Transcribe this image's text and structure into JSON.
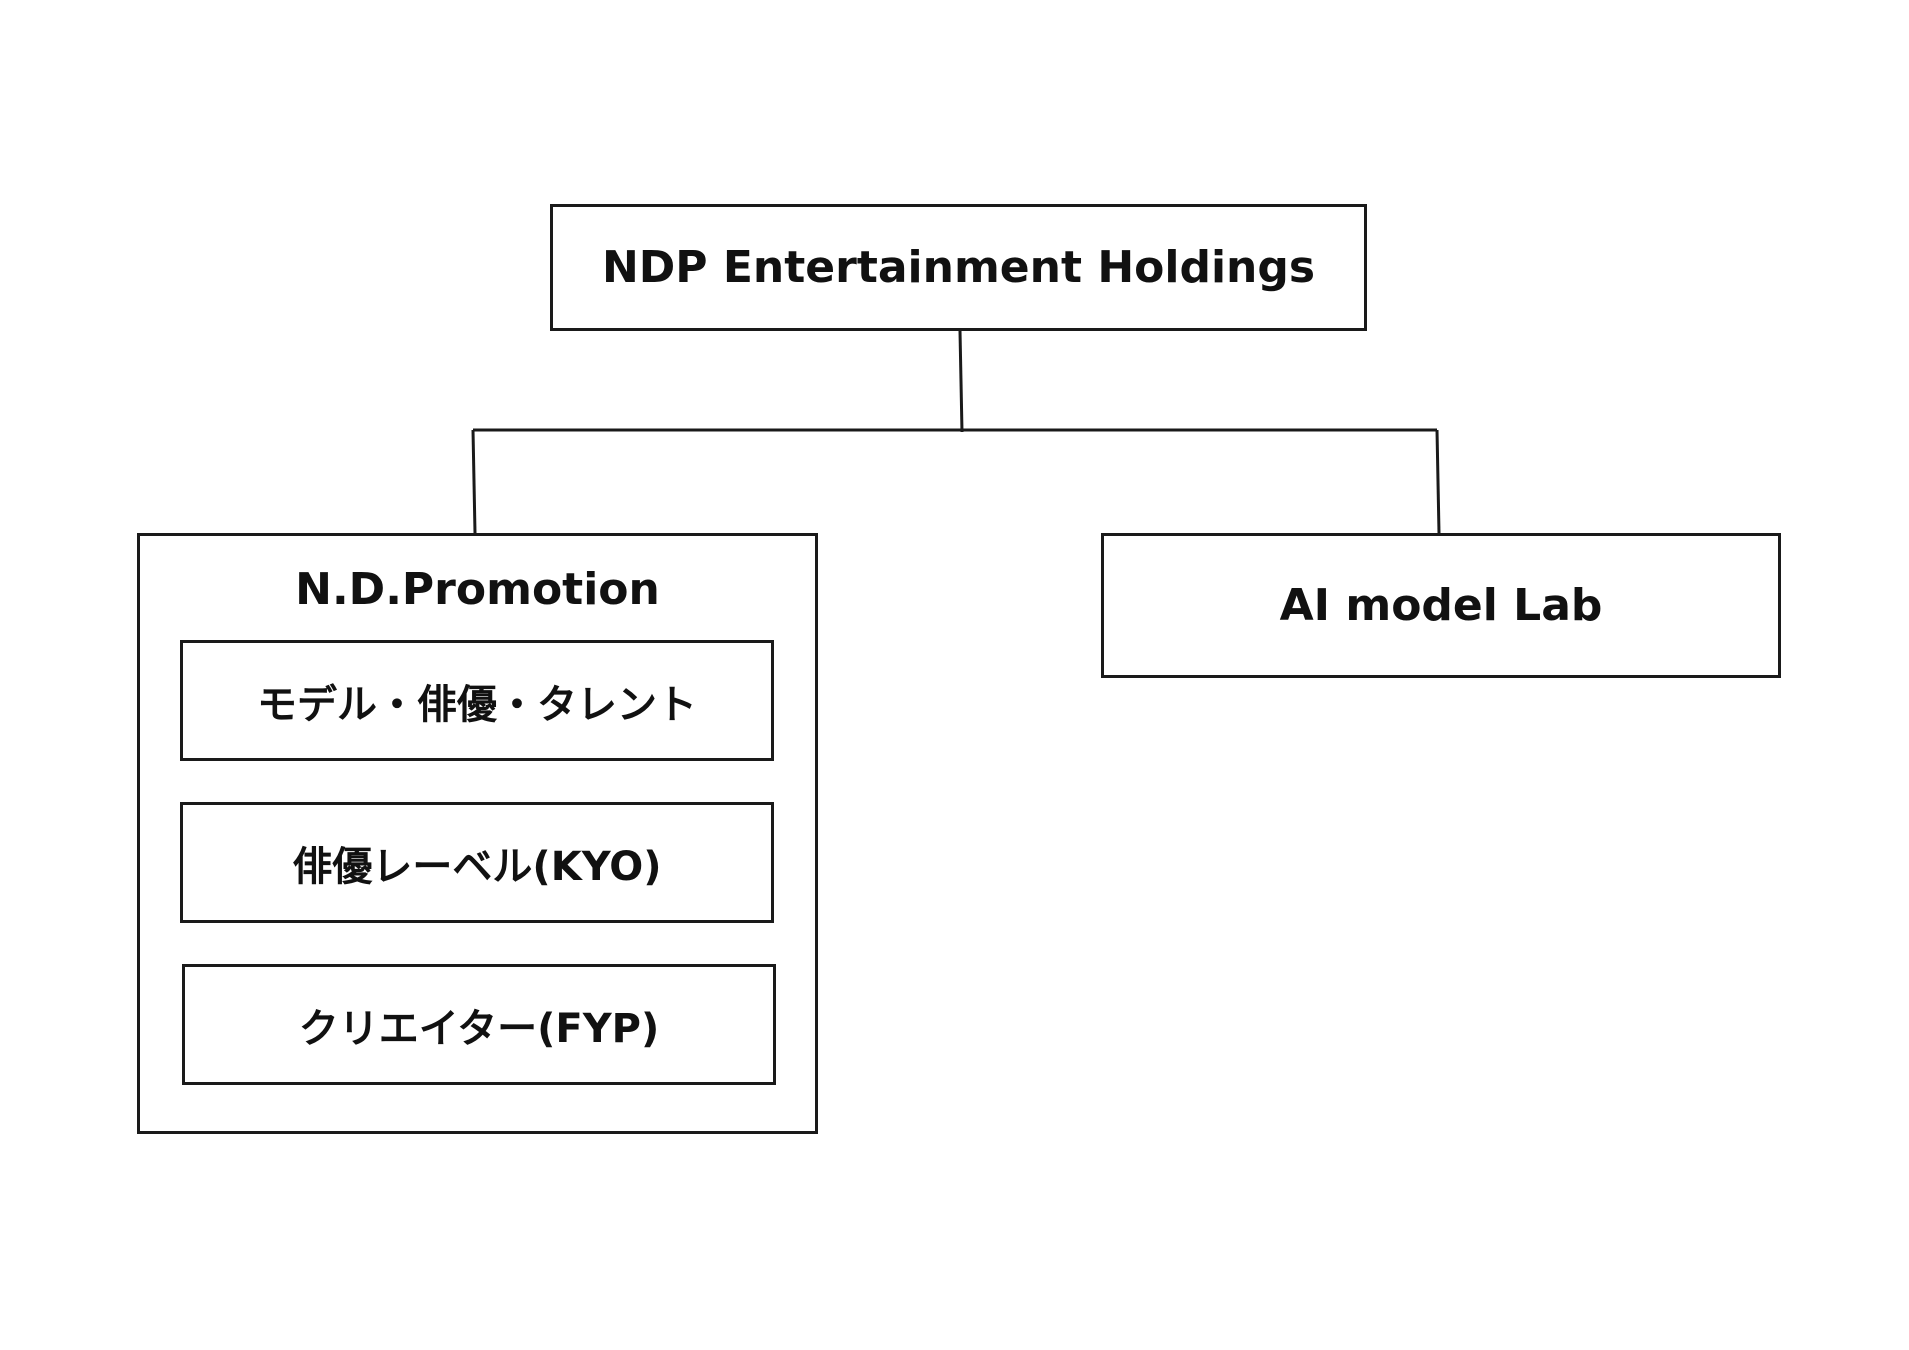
{
  "diagram": {
    "type": "org-chart",
    "root": {
      "label": "NDP Entertainment Holdings"
    },
    "children": [
      {
        "label": "N.D.Promotion",
        "sub_units": [
          {
            "label": "モデル・俳優・タレント"
          },
          {
            "label": "俳優レーベル(KYO)"
          },
          {
            "label": "クリエイター(FYP)"
          }
        ]
      },
      {
        "label": "AI model Lab"
      }
    ],
    "colors": {
      "line": "#1a1a1a",
      "background": "#ffffff",
      "text": "#111111"
    }
  }
}
